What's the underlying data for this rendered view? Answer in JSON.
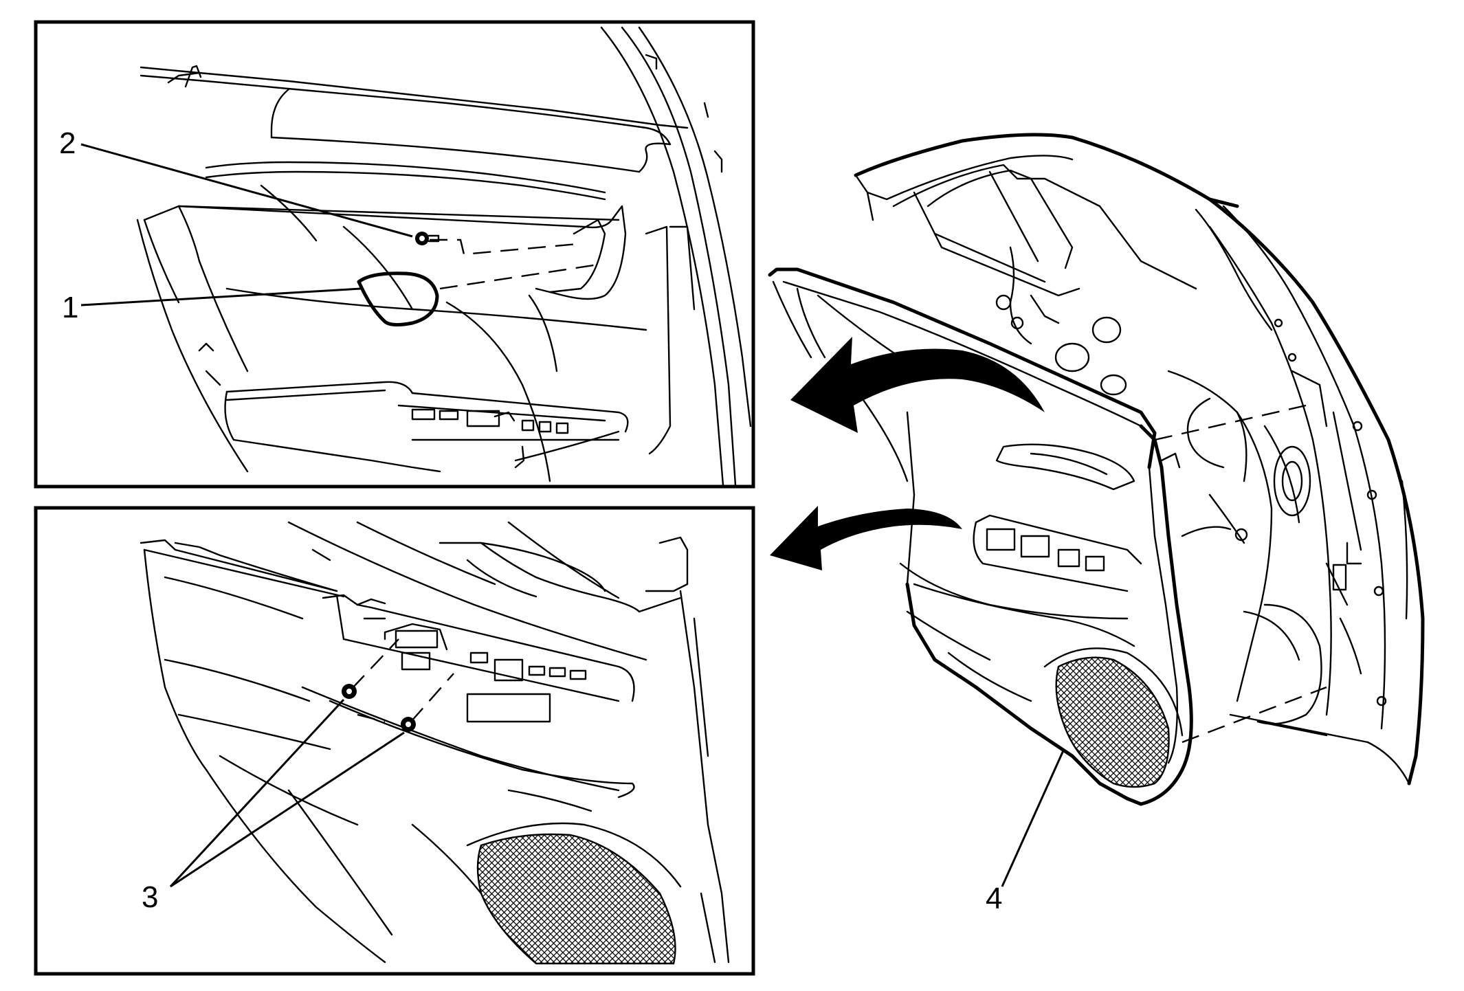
{
  "callouts": {
    "c1": "1",
    "c2": "2",
    "c3": "3",
    "c4": "4"
  },
  "icons": {
    "arrow_upper": "removal-arrow",
    "arrow_lower": "removal-arrow",
    "screw_upper": "screw-icon",
    "screw_lower": "screw-icon"
  }
}
